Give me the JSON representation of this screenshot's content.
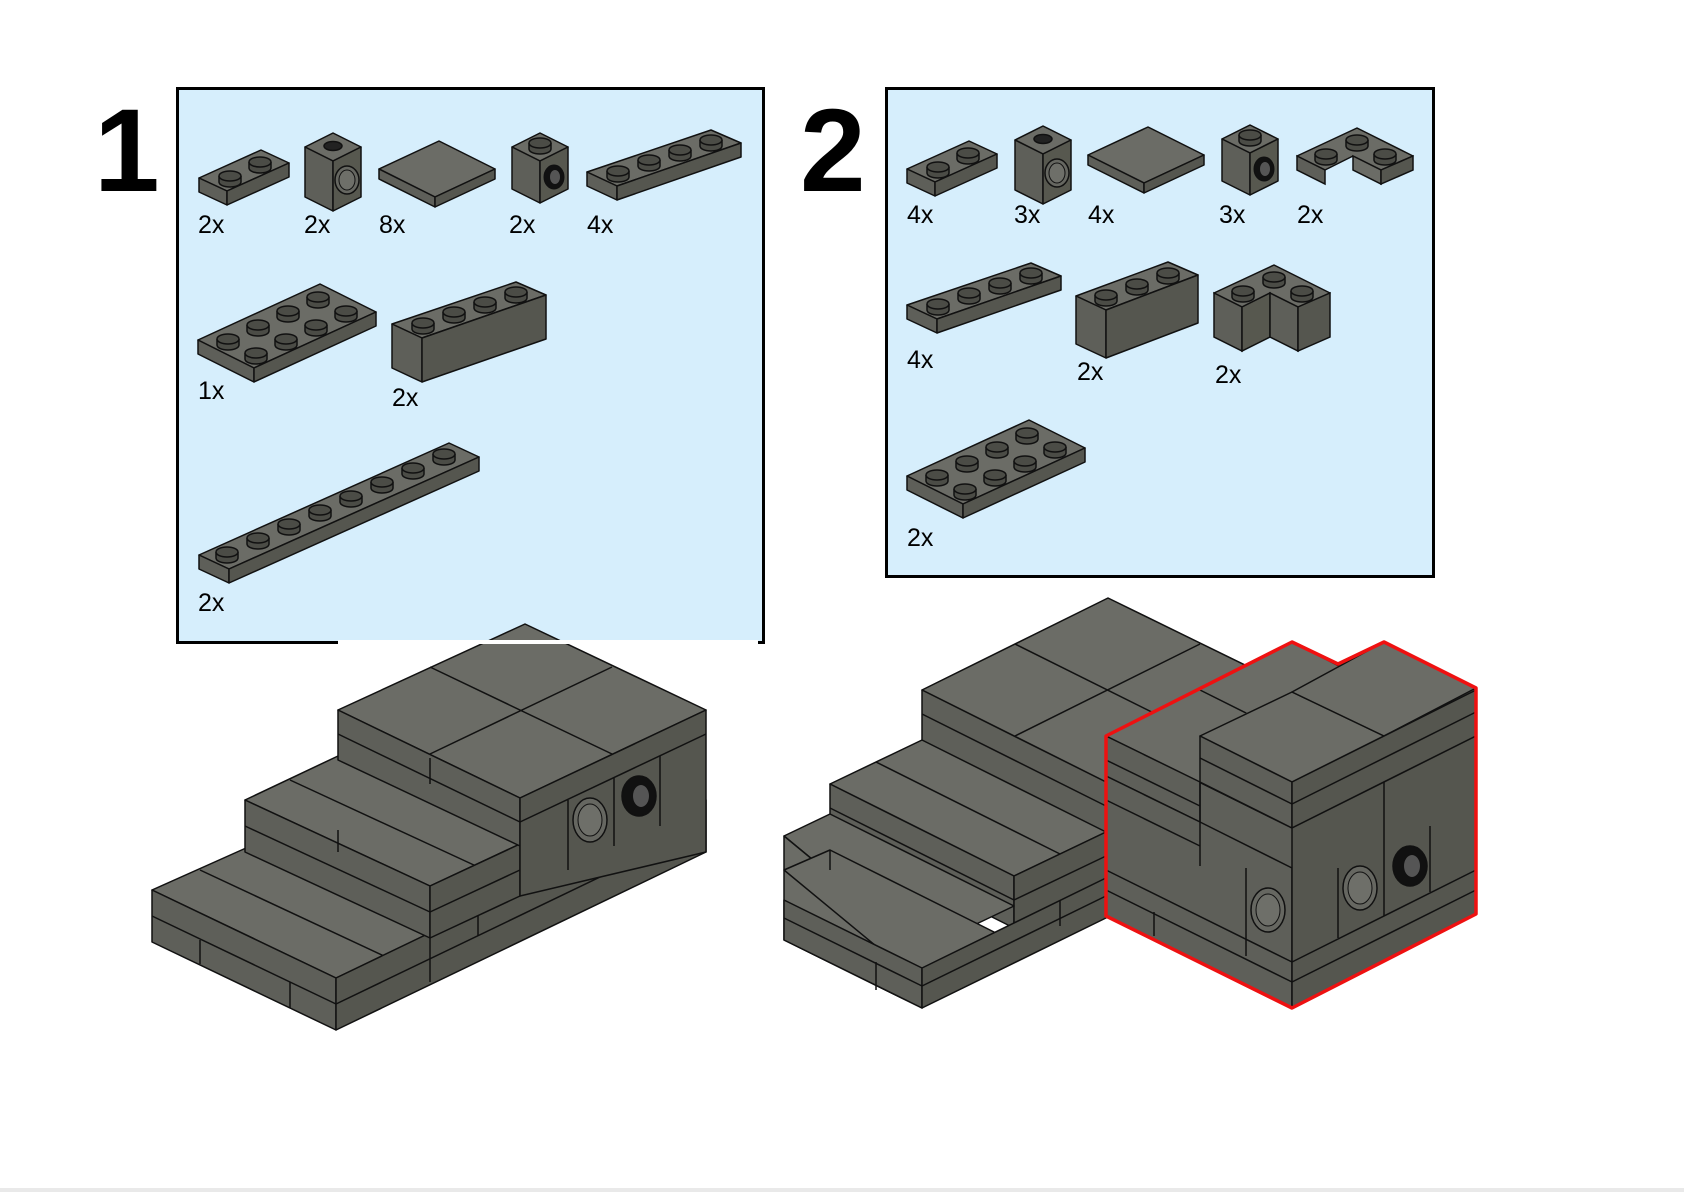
{
  "steps": [
    {
      "number": "1",
      "parts": [
        {
          "name": "plate-1x2",
          "qty": "2x"
        },
        {
          "name": "brick-1x1-hole",
          "qty": "2x"
        },
        {
          "name": "tile-2x2",
          "qty": "8x"
        },
        {
          "name": "brick-1x1-hole-side",
          "qty": "2x"
        },
        {
          "name": "plate-1x4",
          "qty": "4x"
        },
        {
          "name": "plate-2x4",
          "qty": "1x"
        },
        {
          "name": "brick-1x4",
          "qty": "2x"
        },
        {
          "name": "plate-1x8",
          "qty": "2x"
        }
      ]
    },
    {
      "number": "2",
      "parts": [
        {
          "name": "plate-1x2",
          "qty": "4x"
        },
        {
          "name": "brick-1x1-hole",
          "qty": "3x"
        },
        {
          "name": "tile-2x2",
          "qty": "4x"
        },
        {
          "name": "brick-1x1-hole-side",
          "qty": "3x"
        },
        {
          "name": "plate-2x2-corner",
          "qty": "2x"
        },
        {
          "name": "plate-1x4",
          "qty": "4x"
        },
        {
          "name": "brick-1x3",
          "qty": "2x"
        },
        {
          "name": "brick-2x2-corner",
          "qty": "2x"
        },
        {
          "name": "plate-2x4",
          "qty": "2x"
        }
      ]
    }
  ],
  "colors": {
    "part_fill": "#63645e",
    "part_top": "#6b6c66",
    "part_side": "#57584f",
    "outline": "#111111",
    "panel_bg": "#d6eefc",
    "highlight": "#ee1111"
  }
}
